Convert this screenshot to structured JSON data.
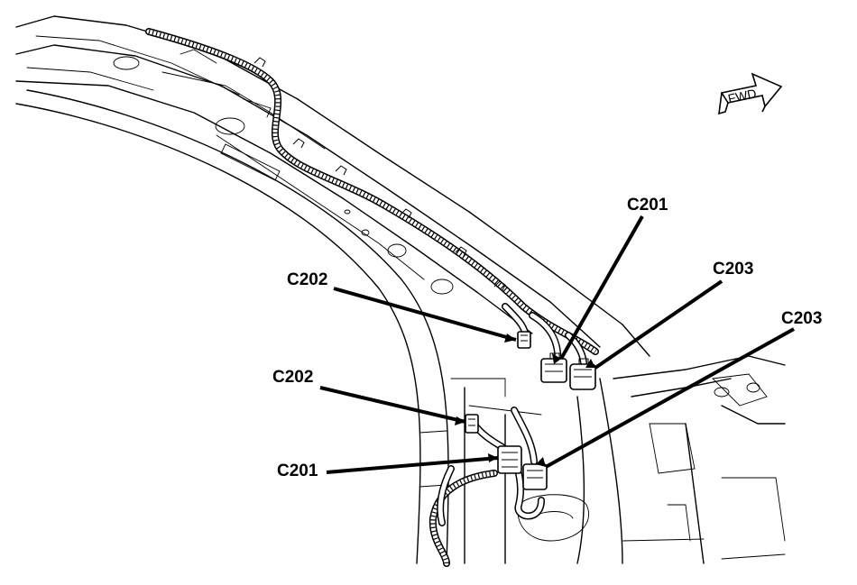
{
  "direction_marker": {
    "text": "FWD"
  },
  "labels": [
    {
      "id": "c201-upper",
      "text": "C201"
    },
    {
      "id": "c203-upper",
      "text": "C203"
    },
    {
      "id": "c202-upper",
      "text": "C202"
    },
    {
      "id": "c203-lower",
      "text": "C203"
    },
    {
      "id": "c202-lower",
      "text": "C202"
    },
    {
      "id": "c201-lower",
      "text": "C201"
    }
  ],
  "colors": {
    "line": "#000000",
    "background": "#ffffff"
  }
}
